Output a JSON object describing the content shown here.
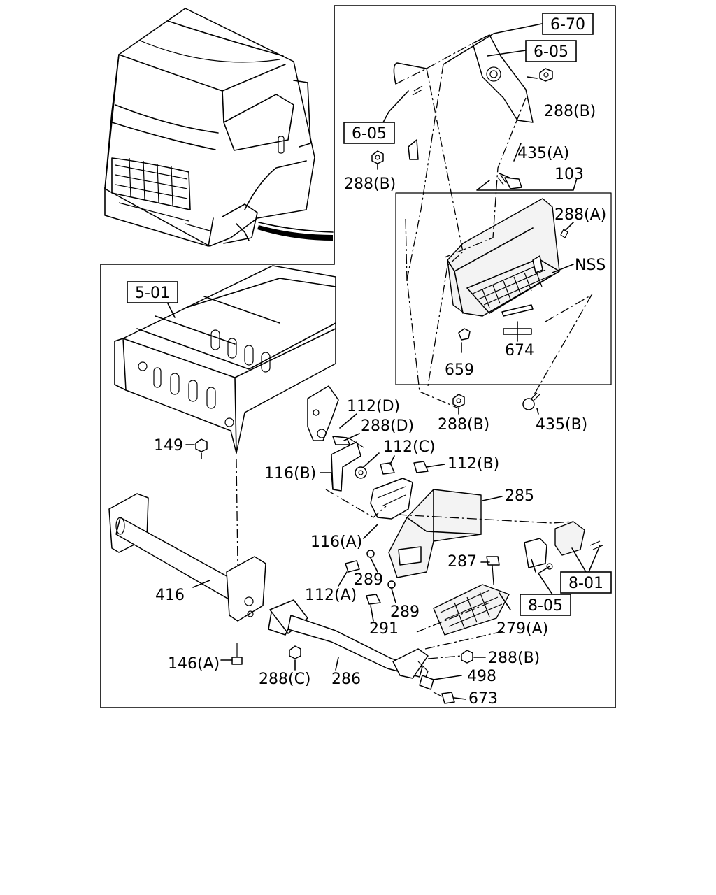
{
  "callouts": {
    "ref_6_70": "6-70",
    "ref_6_05_top": "6-05",
    "ref_6_05_left": "6-05",
    "ref_5_01": "5-01",
    "ref_8_01": "8-01",
    "ref_8_05": "8-05"
  },
  "labels": {
    "p288b_top": "288(B)",
    "p288b_left": "288(B)",
    "p435a": "435(A)",
    "p103": "103",
    "p288a": "288(A)",
    "nss": "NSS",
    "p674": "674",
    "p659": "659",
    "p288b_mid": "288(B)",
    "p435b": "435(B)",
    "p112d": "112(D)",
    "p288d": "288(D)",
    "p149": "149",
    "p112c": "112(C)",
    "p112b": "112(B)",
    "p116b": "116(B)",
    "p285": "285",
    "p116a": "116(A)",
    "p287": "287",
    "p289_upper": "289",
    "p416": "416",
    "p112a": "112(A)",
    "p289_lower": "289",
    "p291": "291",
    "p279a": "279(A)",
    "p146a": "146(A)",
    "p288b_bottom": "288(B)",
    "p288c": "288(C)",
    "p286": "286",
    "p498": "498",
    "p673": "673"
  }
}
